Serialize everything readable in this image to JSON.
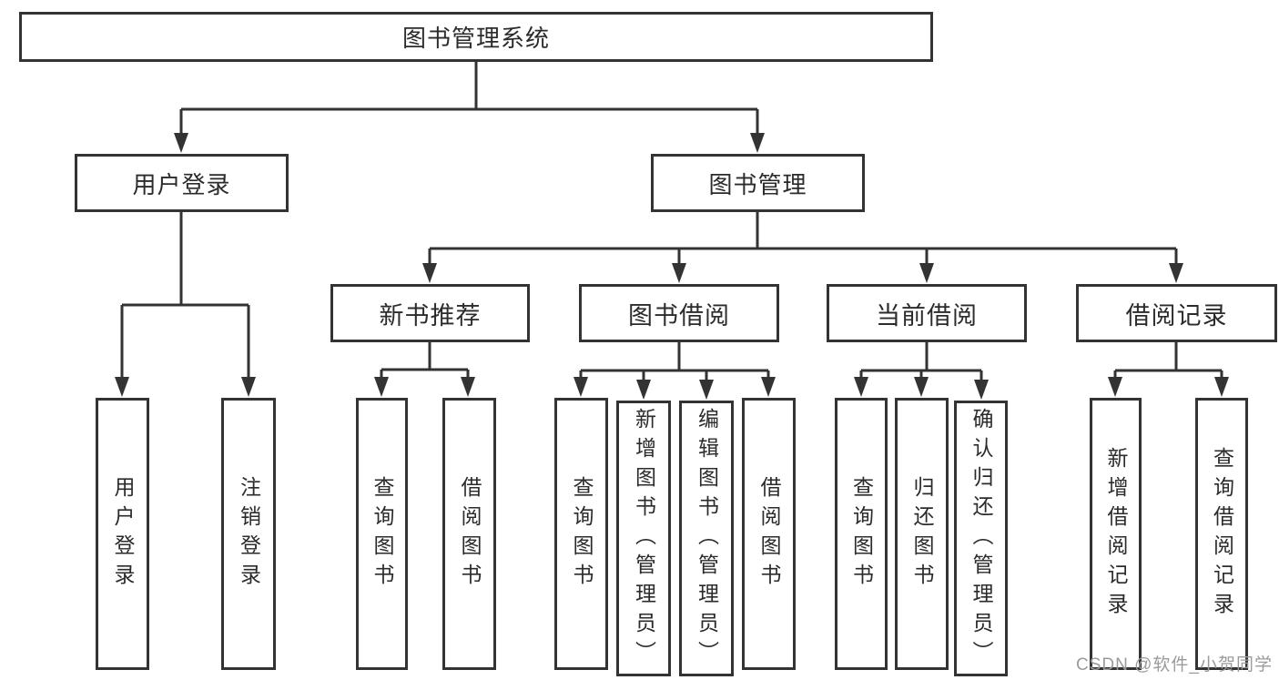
{
  "tree": {
    "root": "图书管理系统",
    "branches": [
      {
        "label": "用户登录",
        "leaves": [
          "用户登录",
          "注销登录"
        ]
      },
      {
        "label": "图书管理",
        "groups": [
          {
            "label": "新书推荐",
            "leaves": [
              "查询图书",
              "借阅图书"
            ]
          },
          {
            "label": "图书借阅",
            "leaves": [
              "查询图书",
              "新增图书（管理员）",
              "编辑图书（管理员）",
              "借阅图书"
            ]
          },
          {
            "label": "当前借阅",
            "leaves": [
              "查询图书",
              "归还图书",
              "确认归还（管理员）"
            ]
          },
          {
            "label": "借阅记录",
            "leaves": [
              "新增借阅记录",
              "查询借阅记录"
            ]
          }
        ]
      }
    ]
  },
  "watermark": {
    "text": "CSDN @软件_小贺同学"
  },
  "colors": {
    "line": "#333333",
    "box_border": "#333333",
    "box_fill": "#ffffff",
    "text": "#2b2b2b",
    "watermark": "#9b9b9b",
    "background": "#ffffff"
  }
}
